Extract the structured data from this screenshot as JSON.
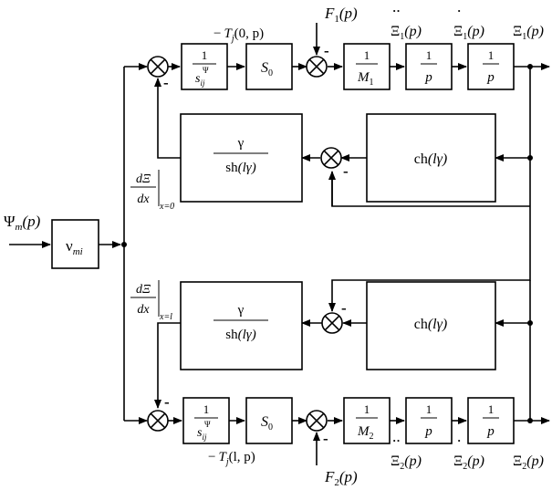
{
  "colors": {
    "stroke": "#000000",
    "background": "#ffffff"
  },
  "icons": {
    "summing_junction": "circle-with-cross",
    "arrow": "filled-triangle-arrowhead",
    "junction_dot": "filled-dot"
  },
  "inputs": {
    "psi": {
      "main": "Ψ",
      "sub": "m",
      "arg": "(p)"
    },
    "f1": {
      "main": "F",
      "sub": "1",
      "arg": "(p)"
    },
    "f2": {
      "main": "F",
      "sub": "2",
      "arg": "(p)"
    }
  },
  "blocks": {
    "nu": {
      "main": "ν",
      "sub": "mi"
    },
    "compliance_top": {
      "num": "1",
      "den": "s",
      "sub": "ij",
      "sup": "Ψ"
    },
    "compliance_bot": {
      "num": "1",
      "den": "s",
      "sub": "ij",
      "sup": "Ψ"
    },
    "s0_top": {
      "main": "S",
      "sub": "0"
    },
    "s0_bot": {
      "main": "S",
      "sub": "0"
    },
    "mass_top": {
      "num": "1",
      "den": "M",
      "sub": "1"
    },
    "mass_bot": {
      "num": "1",
      "den": "M",
      "sub": "2"
    },
    "integrator_top_1": {
      "num": "1",
      "den": "p"
    },
    "integrator_top_2": {
      "num": "1",
      "den": "p"
    },
    "integrator_bot_1": {
      "num": "1",
      "den": "p"
    },
    "integrator_bot_2": {
      "num": "1",
      "den": "p"
    },
    "gamma_sh_top": {
      "num": "γ",
      "den_pre": "sh",
      "den_arg": "(lγ)"
    },
    "gamma_sh_bot": {
      "num": "γ",
      "den_pre": "sh",
      "den_arg": "(lγ)"
    },
    "ch_top": {
      "pre": "ch",
      "arg": "(lγ)"
    },
    "ch_bot": {
      "pre": "ch",
      "arg": "(lγ)"
    }
  },
  "signals": {
    "tj_top": {
      "minus": "−",
      "main": "T",
      "sub": "j",
      "arg": "(0, p)"
    },
    "tj_bot": {
      "minus": "−",
      "main": "T",
      "sub": "j",
      "arg": "(l, p)"
    },
    "xi1_acc": {
      "main": "Ξ",
      "dots": "··",
      "sub": "1",
      "arg": "(p)"
    },
    "xi1_vel": {
      "main": "Ξ",
      "dots": "·",
      "sub": "1",
      "arg": "(p)"
    },
    "xi1": {
      "main": "Ξ",
      "sub": "1",
      "arg": "(p)"
    },
    "xi2_acc": {
      "main": "Ξ",
      "dots": "··",
      "sub": "2",
      "arg": "(p)"
    },
    "xi2_vel": {
      "main": "Ξ",
      "dots": "·",
      "sub": "2",
      "arg": "(p)"
    },
    "xi2": {
      "main": "Ξ",
      "sub": "2",
      "arg": "(p)"
    },
    "deriv_top": {
      "num": "dΞ",
      "den": "dx",
      "eval": "x=0"
    },
    "deriv_bot": {
      "num": "dΞ",
      "den": "dx",
      "eval": "x=l"
    }
  },
  "signs": {
    "sum1_minus": "-",
    "sum2_minus": "-",
    "sum3_minus": "-",
    "sum4_minus": "-",
    "sum5_minus": "-",
    "sum6_minus": "-"
  }
}
